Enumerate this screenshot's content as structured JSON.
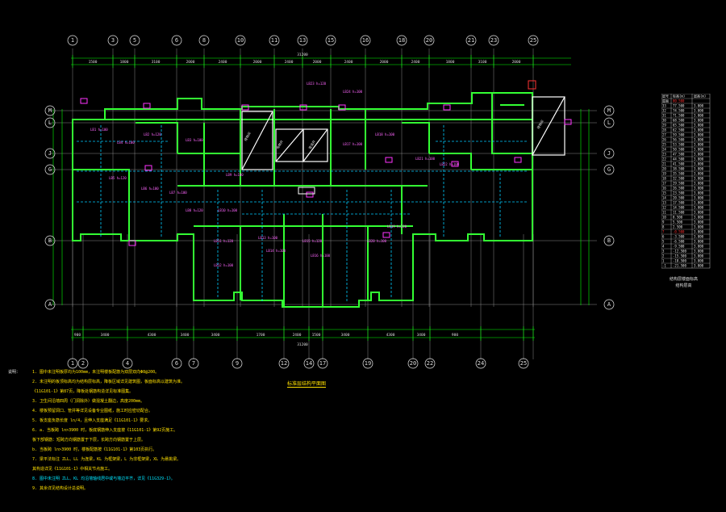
{
  "axes_top": [
    "1",
    "3",
    "5",
    "6",
    "8",
    "10",
    "11",
    "13",
    "15",
    "16",
    "18",
    "20",
    "21",
    "23",
    "25"
  ],
  "axes_bottom": [
    "1",
    "2",
    "4",
    "6",
    "7",
    "9",
    "12",
    "14",
    "17",
    "19",
    "20",
    "22",
    "24",
    "25"
  ],
  "axes_side": [
    "M",
    "L",
    "J",
    "G",
    "B",
    "A"
  ],
  "dim_top_total": "31200",
  "dim_bottom_total": "31200",
  "dim_top": [
    "1500",
    "1800",
    "3100",
    "2000",
    "2400",
    "2000",
    "2400",
    "2000",
    "2400",
    "2000",
    "2400",
    "1800",
    "3100",
    "2000"
  ],
  "dim_bottom": [
    "900",
    "3400",
    "4300",
    "3400",
    "3400",
    "1700",
    "2400",
    "1500",
    "3400",
    "4300",
    "3400",
    "900"
  ],
  "plan_title": "标准层结构平面图",
  "notes_heading": "说明：",
  "notes": [
    {
      "t": "1. 图中未注明板厚均为100mm，未注明楼板配筋为双层双向Φ8@200。",
      "c": "y"
    },
    {
      "t": "2. 未注明的板顶标高均为结构层标高，降板区域详见建筑图，板面标高以建筑为准。",
      "c": "y"
    },
    {
      "t": "   《11G101-1》第87页，降板处钢筋构造详见标准图集。",
      "c": "y"
    },
    {
      "t": "3. 卫生间沿墙四周（门洞除外）做混凝土翻边，高度200mm。",
      "c": "y"
    },
    {
      "t": "4. 楼板预留洞口、管井等详见设备专业图纸，施工时应密切配合。",
      "c": "y"
    },
    {
      "t": "5. 板支座负筋长度 ln/4，且伸入支座满足《11G101-1》要求。",
      "c": "y"
    },
    {
      "t": "6. a. 当板跨 ln>3900 时，板底钢筋伸入支座按《11G101-1》第92页施工。",
      "c": "y"
    },
    {
      "t": "   板下部钢筋：短跨方向钢筋置于下层，长跨方向钢筋置于上层。",
      "c": "y"
    },
    {
      "t": "   b. 当板跨 ln>3900 时，楼板配筋按《11G101-1》第103页执行。",
      "c": "y"
    },
    {
      "t": "7. 梁平法标注 ZLL、LL 为连梁，KL 为框架梁，L 为非框架梁，XL 为悬挑梁。",
      "c": "y"
    },
    {
      "t": "   其构造详见《11G101-1》中相关节点施工。",
      "c": "y"
    },
    {
      "t": "8. 图中未注明 ZLL、KL 均沿墙轴线居中或与墙边平齐，详见《11G329-1》。",
      "c": "c"
    },
    {
      "t": "9. 其余详见结构设计总说明。",
      "c": "y"
    }
  ],
  "schedule_rows": [
    [
      "屋面",
      "80.500",
      ""
    ],
    [
      "33",
      "77.500",
      "3.000"
    ],
    [
      "32",
      "74.500",
      "3.000"
    ],
    [
      "31",
      "71.500",
      "3.000"
    ],
    [
      "30",
      "68.500",
      "3.000"
    ],
    [
      "29",
      "65.500",
      "3.000"
    ],
    [
      "28",
      "62.500",
      "3.000"
    ],
    [
      "27",
      "59.500",
      "3.000"
    ],
    [
      "26",
      "56.500",
      "3.000"
    ],
    [
      "25",
      "53.500",
      "3.000"
    ],
    [
      "24",
      "50.500",
      "3.000"
    ],
    [
      "23",
      "47.500",
      "3.000"
    ],
    [
      "22",
      "44.500",
      "3.000"
    ],
    [
      "21",
      "41.500",
      "3.000"
    ],
    [
      "20",
      "38.500",
      "3.000"
    ],
    [
      "19",
      "35.500",
      "3.000"
    ],
    [
      "18",
      "32.500",
      "3.000"
    ],
    [
      "17",
      "29.500",
      "3.000"
    ],
    [
      "16",
      "26.500",
      "3.000"
    ],
    [
      "15",
      "23.500",
      "3.000"
    ],
    [
      "14",
      "20.500",
      "3.000"
    ],
    [
      "13",
      "17.500",
      "3.000"
    ],
    [
      "12",
      "14.500",
      "3.000"
    ],
    [
      "11",
      "11.500",
      "3.000"
    ],
    [
      "10",
      "8.500",
      "3.000"
    ],
    [
      "9",
      "5.500",
      "3.000"
    ],
    [
      "8",
      "2.500",
      "3.000"
    ],
    [
      "7",
      "-0.500",
      "3.000"
    ],
    [
      "6",
      "-3.500",
      "3.000"
    ],
    [
      "5",
      "-6.500",
      "3.000"
    ],
    [
      "4",
      "-9.500",
      "3.000"
    ],
    [
      "3",
      "-12.500",
      "3.000"
    ],
    [
      "2",
      "-15.500",
      "3.000"
    ],
    [
      "1",
      "-18.500",
      "3.000"
    ],
    [
      "-1",
      "-21.500",
      "3.000"
    ]
  ],
  "schedule_header": [
    "层号",
    "标高(m)",
    "层高(m)"
  ],
  "schedule_footer": [
    "结构层楼面标高",
    "结构层高"
  ],
  "room_labels": [
    "LB1 h=100",
    "LB2 h=120",
    "LB3 h=100",
    "LB4 h=100",
    "LB5 h=120",
    "LB6 h=100",
    "LB7 h=100",
    "LB8 h=120",
    "LB9 h=100",
    "LB10 h=100",
    "LB11 h=120",
    "LB12 h=100",
    "LB13 h=100",
    "LB14 h=100",
    "LB15 h=120",
    "LB16 h=100",
    "LB17 h=100",
    "LB18 h=100",
    "LB19 h=120",
    "LB20 h=100",
    "LB21 h=100",
    "LB22 h=100",
    "LB23 h=120",
    "LB24 h=100"
  ],
  "stair_labels": [
    "楼梯间",
    "电梯井",
    "管道井",
    "楼梯间"
  ],
  "colors": {
    "wall": "#33ff33",
    "beam": "#00ccff",
    "dim": "#00ff00",
    "slab": "#ff66ff",
    "grid": "#e8e8e8",
    "note": "#ffe000"
  }
}
